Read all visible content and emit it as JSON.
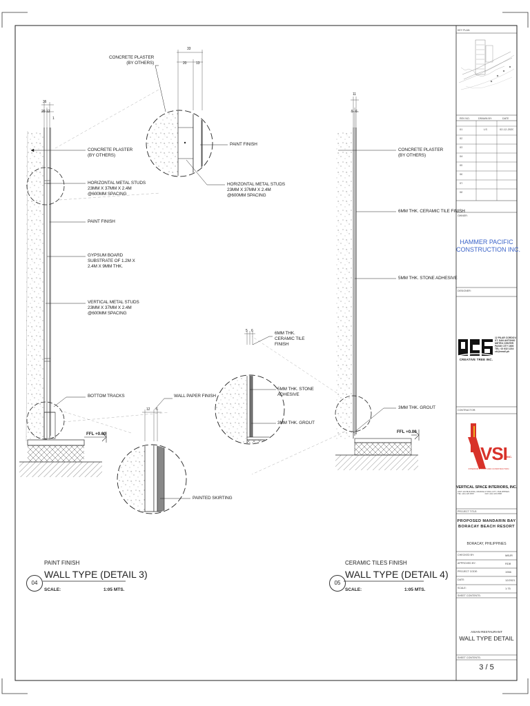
{
  "detail_left": {
    "top_dims": [
      "36",
      "20",
      "12",
      "1"
    ],
    "labels": {
      "concrete_plaster": "CONCRETE PLASTER\n(BY OTHERS)",
      "horizontal_studs": "HORIZONTAL METAL STUDS\n23mm X 37mm X 2.4m\n@600mm SPACING",
      "paint_finish": "PAINT FINISH",
      "gypsum_board": "GYPSUM BOARD\nSUBSTRATE OF 1.2m X\n2.4m X 9mm THK.",
      "vertical_studs": "VERTICAL METAL STUDS\n23mm X 37mm X 2.4m\n@600mm SPACING",
      "bottom_tracks": "BOTTOM TRACKS",
      "wall_paper": "WALL PAPER FINISH",
      "painted_skirting": "PAINTED SKIRTING",
      "ffl": "FFL +0.00"
    },
    "callout_top": {
      "dims": [
        "33",
        "20",
        "13"
      ],
      "concrete_plaster": "CONCRETE PLASTER\n(BY OTHERS)",
      "paint_finish": "PAINT FINISH",
      "horizontal_studs": "HORIZONTAL METAL STUDS\n23mm X 37mm X 2.4m\n@600mm SPACING"
    },
    "callout_bottom_dims": [
      "12",
      "6"
    ],
    "number": "04",
    "subtitle": "PAINT FINISH",
    "title": "WALL TYPE (DETAIL 3)",
    "scale_label": "SCALE:",
    "scale_value": "1:05 MTS."
  },
  "detail_right": {
    "top_dims": [
      "11",
      "5",
      "6"
    ],
    "labels": {
      "concrete_plaster": "CONCRETE PLASTER\n(BY OTHERS)",
      "ceramic_tile": "6mm THK. CERAMIC TILE FINISH",
      "stone_adhesive": "5mm THK. STONE ADHESIVE",
      "grout": "3mm THK. GROUT",
      "ffl": "FFL +0.00"
    },
    "callout": {
      "dims": [
        "5",
        "6"
      ],
      "ceramic": "6mm THK.\nCERAMIC TILE\nFINISH",
      "adhesive": "5mm THK. STONE\nADHESIVE",
      "grout": "3mm THK. GROUT"
    },
    "number": "05",
    "subtitle": "CERAMIC TILES FINISH",
    "title": "WALL TYPE (DETAIL 4)",
    "scale_label": "SCALE:",
    "scale_value": "1:05 MTS."
  },
  "title_block": {
    "key_plan": "KEY PLAN",
    "rev_headers": [
      "REV NO.",
      "DRAWN BY:",
      "DATE"
    ],
    "rev_rows": [
      [
        "01",
        "LS",
        "02-12-2020"
      ],
      [
        "02",
        "",
        ""
      ],
      [
        "03",
        "",
        ""
      ],
      [
        "04",
        "",
        ""
      ],
      [
        "05",
        "",
        ""
      ],
      [
        "06",
        "",
        ""
      ],
      [
        "07",
        "",
        ""
      ],
      [
        "08",
        "",
        ""
      ]
    ],
    "owner_label": "OWNER:",
    "owner_name": "HAMMER PACIFIC\nCONSTRUCTION INC.",
    "designer_label": "DESIGNER:",
    "designer_logo_text": "CREATIVE TREE INC.",
    "designer_address": "12 PILAR CORDOVA\nST. SAN ANTONIO\nMETRO CENTER\nPASIG CITY 1600\nTEL: 02 632 1234\ncti@email.ph",
    "contractor_label": "CONTRACTOR:",
    "contractor_logo": "VSI",
    "contractor_logo_suffix": "INC.",
    "contractor_tagline": "INTERIOR FIT-OUT AND CONSTRUCTION",
    "contractor_name": "VERTICAL SPACE INTERIORS, INC.",
    "contractor_address": "UNIT 123 BUILDING, MANDALUYONG CITY, PHILIPPINES\nTEL: (02) 123 4567                    FAX: (02) 123 4568",
    "project_title_label": "PROJECT TITLE:",
    "project_title": "PROPOSED MANDARIN BAY\nBORACAY BEACH RESORT",
    "project_location": "BORACAY, PHILIPPINES",
    "info_rows": [
      [
        "CHECKED BY:",
        "MBJR"
      ],
      [
        "APPROVED BY:",
        "RDB"
      ],
      [
        "PROJECT CODE:",
        "1966"
      ],
      [
        "DATE:",
        "12/2021"
      ],
      [
        "SCALE:",
        "1:75"
      ]
    ],
    "sheet_contents_label": "SHEET CONTENTS:",
    "sheet_sub": "ASIAN RESTAURANT",
    "sheet_title": "WALL TYPE DETAIL",
    "sheet_no_label": "SHEET CONTENTS:",
    "sheet_no": "3 / 5"
  },
  "colors": {
    "line": "#222222",
    "owner_blue": "#3b63c8",
    "vsi_red": "#d8322a",
    "vsi_yellow": "#f0b020"
  }
}
